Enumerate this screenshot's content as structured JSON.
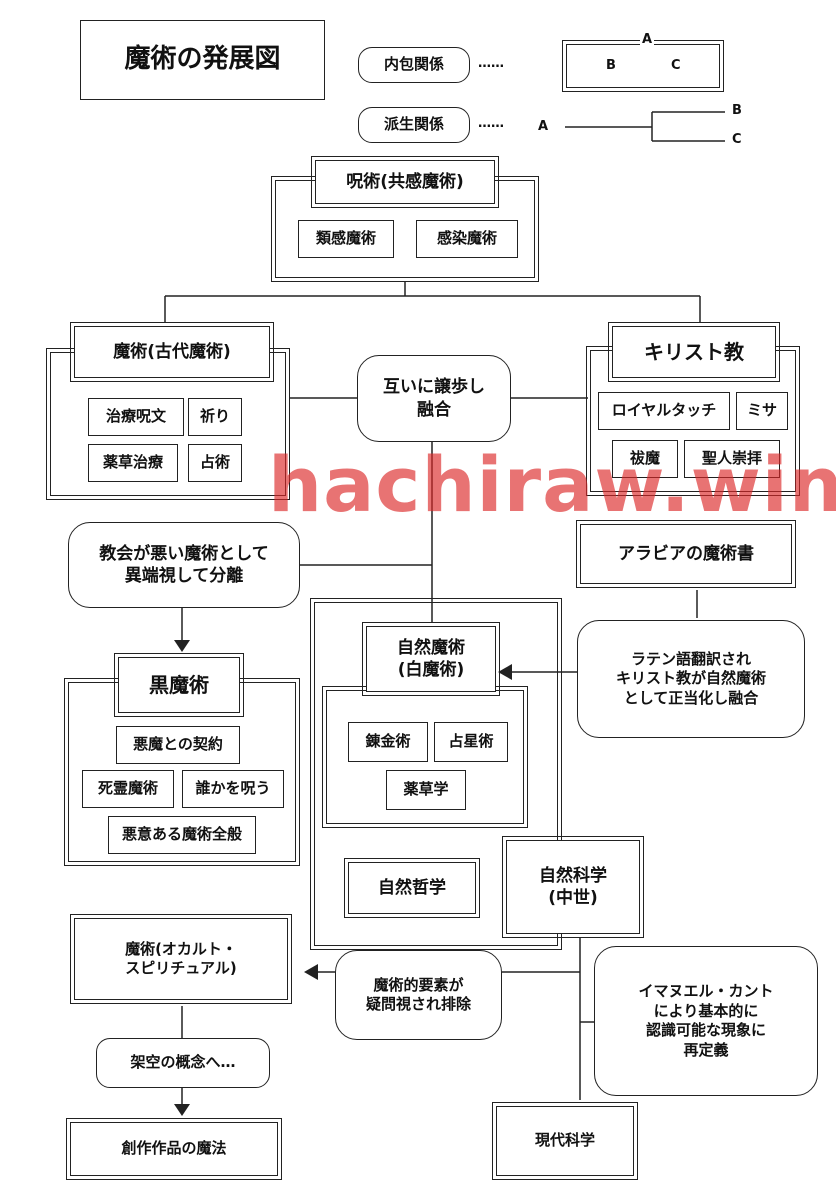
{
  "title": "魔術の発展図",
  "legend": {
    "inclusion_label": "内包関係",
    "inclusion_dots": "……",
    "derivation_label": "派生関係",
    "derivation_dots": "……",
    "letter_a": "A",
    "letter_b": "B",
    "letter_c": "C"
  },
  "nodes": {
    "jujutsu": "呪術(共感魔術)",
    "ruikan": "類感魔術",
    "kansen": "感染魔術",
    "kodai": "魔術(古代魔術)",
    "chiryo": "治療呪文",
    "inori": "祈り",
    "yakuso": "薬草治療",
    "uranai": "占術",
    "gokai": "互いに譲歩し\n融合",
    "kirisuto": "キリスト教",
    "royal": "ロイヤルタッチ",
    "misa": "ミサ",
    "futsuma": "祓魔",
    "seijin": "聖人崇拝",
    "arabia": "アラビアの魔術書",
    "kyokai": "教会が悪い魔術として\n異端視して分離",
    "latin": "ラテン語翻訳され\nキリスト教が自然魔術\nとして正当化し融合",
    "kuro": "黒魔術",
    "akuma": "悪魔との契約",
    "shirei": "死霊魔術",
    "noroi": "誰かを呪う",
    "akui": "悪意ある魔術全般",
    "shizen_majutsu": "自然魔術\n(白魔術)",
    "renkin": "錬金術",
    "sensei": "占星術",
    "yakusogaku": "薬草学",
    "tetsugaku": "自然哲学",
    "kagaku_chusei": "自然科学\n(中世)",
    "occult": "魔術(オカルト・\nスピリチュアル)",
    "haijo": "魔術的要素が\n疑問視され排除",
    "kant": "イマヌエル・カント\nにより基本的に\n認識可能な現象に\n再定義",
    "kaku": "架空の概念へ…",
    "sosaku": "創作作品の魔法",
    "gendai": "現代科学"
  },
  "watermark": "hachiraw.win"
}
